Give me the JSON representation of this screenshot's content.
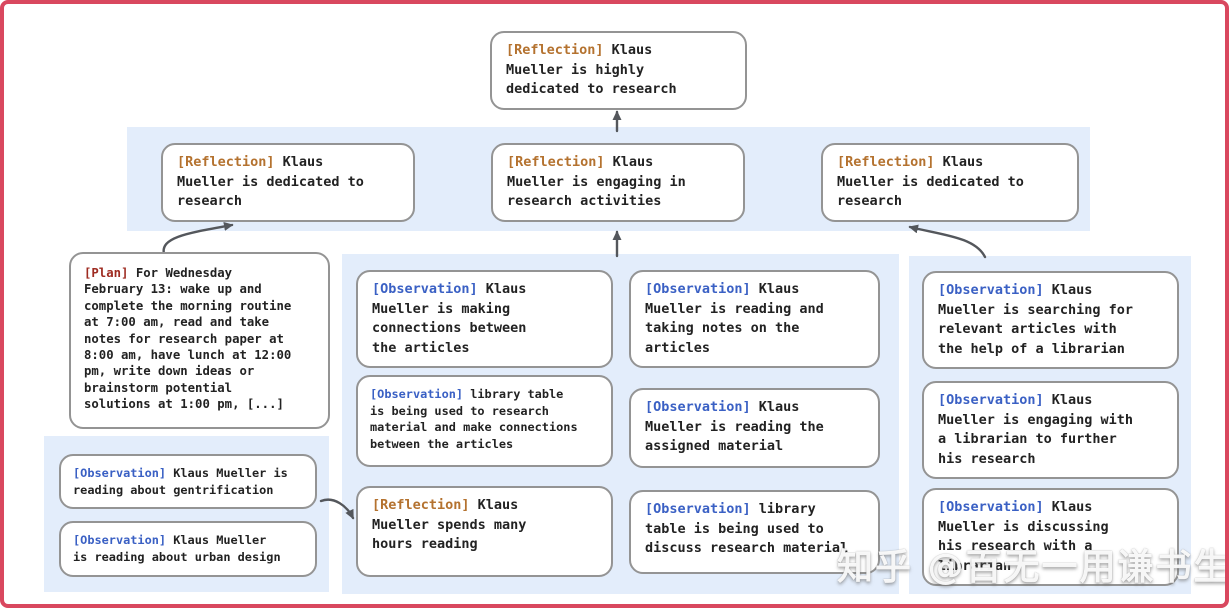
{
  "diagram": {
    "kind": "memory-reflection-tree",
    "tag_labels": {
      "reflection": "[Reflection]",
      "plan": "[Plan]",
      "observation": "[Observation]"
    }
  },
  "nodes": {
    "root": {
      "tag": "[Reflection]",
      "type": "reflection",
      "text": " Klaus\nMueller is highly\ndedicated to research"
    },
    "r2l": {
      "tag": "[Reflection]",
      "type": "reflection",
      "text": " Klaus\nMueller is dedicated to\nresearch"
    },
    "r2m": {
      "tag": "[Reflection]",
      "type": "reflection",
      "text": " Klaus\nMueller is engaging in\nresearch activities"
    },
    "r2r": {
      "tag": "[Reflection]",
      "type": "reflection",
      "text": " Klaus\nMueller is dedicated to\nresearch"
    },
    "plan": {
      "tag": "[Plan]",
      "type": "plan",
      "text": " For Wednesday\nFebruary 13: wake up and\ncomplete the morning routine\nat 7:00 am, read and take\nnotes for research paper at\n8:00 am, have lunch at 12:00\npm, write down ideas or\nbrainstorm potential\nsolutions at 1:00 pm, [...]"
    },
    "bl1": {
      "tag": "[Observation]",
      "type": "observation",
      "text": " Klaus Mueller is\nreading about gentrification"
    },
    "bl2": {
      "tag": "[Observation]",
      "type": "observation",
      "text": " Klaus Mueller\nis reading about urban design"
    },
    "a1": {
      "tag": "[Observation]",
      "type": "observation",
      "text": " Klaus\nMueller is making\nconnections between\nthe articles"
    },
    "a2": {
      "tag": "[Observation]",
      "type": "observation",
      "text": " library table\nis being used to research\nmaterial and make connections\nbetween the articles"
    },
    "a3": {
      "tag": "[Reflection]",
      "type": "reflection",
      "text": " Klaus\nMueller spends many\nhours reading"
    },
    "b1": {
      "tag": "[Observation]",
      "type": "observation",
      "text": " Klaus\nMueller is reading and\ntaking notes on the\narticles"
    },
    "b2": {
      "tag": "[Observation]",
      "type": "observation",
      "text": " Klaus\nMueller is reading the\nassigned material"
    },
    "b3": {
      "tag": "[Observation]",
      "type": "observation",
      "text": " library\ntable is being used to\ndiscuss research material"
    },
    "rr1": {
      "tag": "[Observation]",
      "type": "observation",
      "text": " Klaus\nMueller is searching for\nrelevant articles with\nthe help of a librarian"
    },
    "rr2": {
      "tag": "[Observation]",
      "type": "observation",
      "text": " Klaus\nMueller is engaging with\na librarian to further\nhis research"
    },
    "rr3": {
      "tag": "[Observation]",
      "type": "observation",
      "text": " Klaus\nMueller is discussing\nhis research with a\nlibrarian"
    }
  },
  "watermark": {
    "text": "知乎 @百无一用谦书生"
  },
  "colors": {
    "frame": "#d9485f",
    "panel_blue": "#e3edfb",
    "node_border": "#949494",
    "arrow": "#54575c",
    "reflection_tag": "#b4722f",
    "plan_tag": "#9e2b21",
    "observation_tag": "#3a60c4",
    "body_text": "#222222"
  }
}
